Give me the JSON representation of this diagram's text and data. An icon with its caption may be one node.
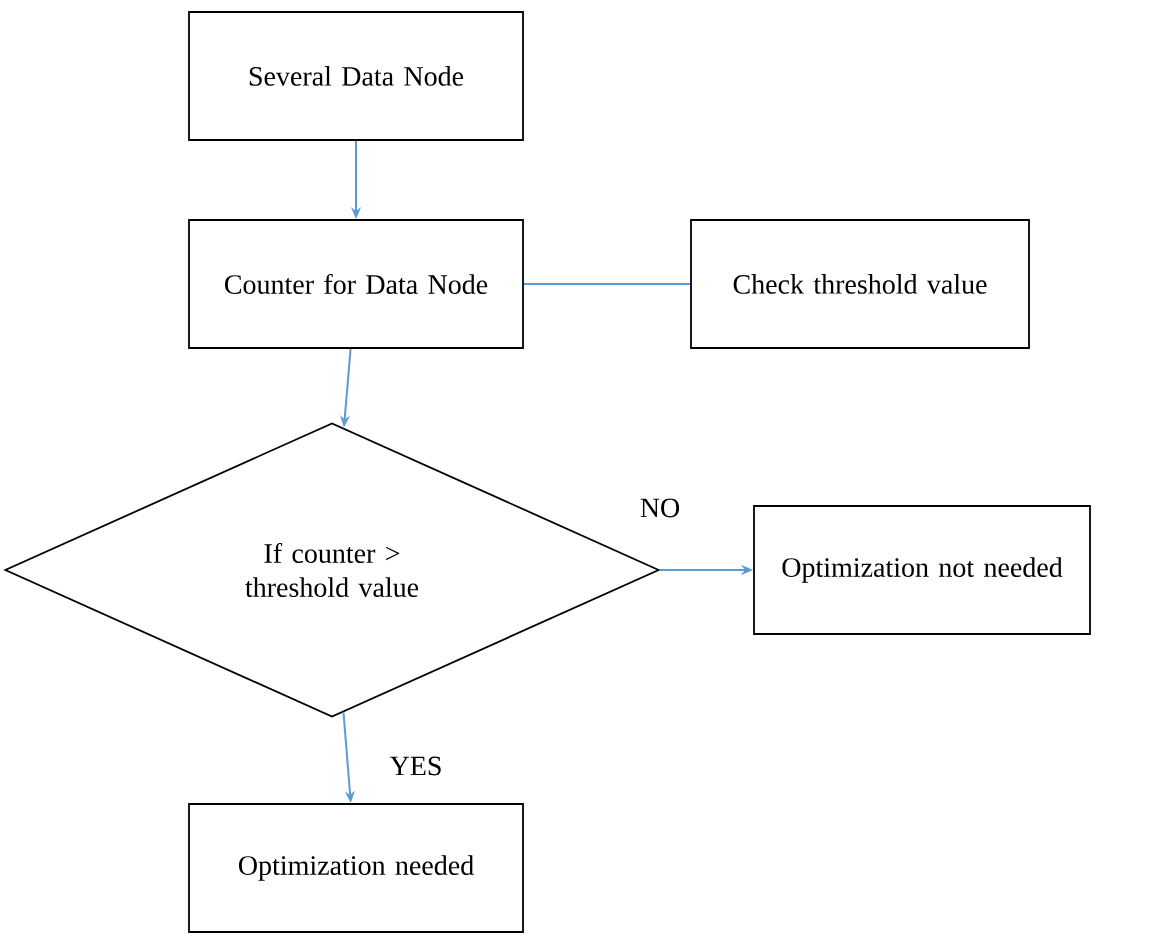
{
  "diagram": {
    "nodes": [
      {
        "text": [
          "Several Data Node"
        ]
      },
      {
        "text": [
          "Counter for Data Node"
        ]
      },
      {
        "text": [
          "Check threshold value"
        ]
      },
      {
        "text": [
          "If counter > threshold value"
        ]
      },
      {
        "text": [
          "Optimization not needed"
        ]
      },
      {
        "text": [
          "Optimization needed"
        ]
      }
    ],
    "edges": [
      {
        "from": 0,
        "to": 1,
        "arrow": "to"
      },
      {
        "from": 1,
        "to": 2,
        "arrow": "none"
      },
      {
        "from": 1,
        "to": 3,
        "arrow": "to"
      },
      {
        "from": 3,
        "to": 4,
        "arrow": "to",
        "label": "NO"
      },
      {
        "from": 3,
        "to": 5,
        "arrow": "to",
        "label": "YES"
      }
    ]
  }
}
